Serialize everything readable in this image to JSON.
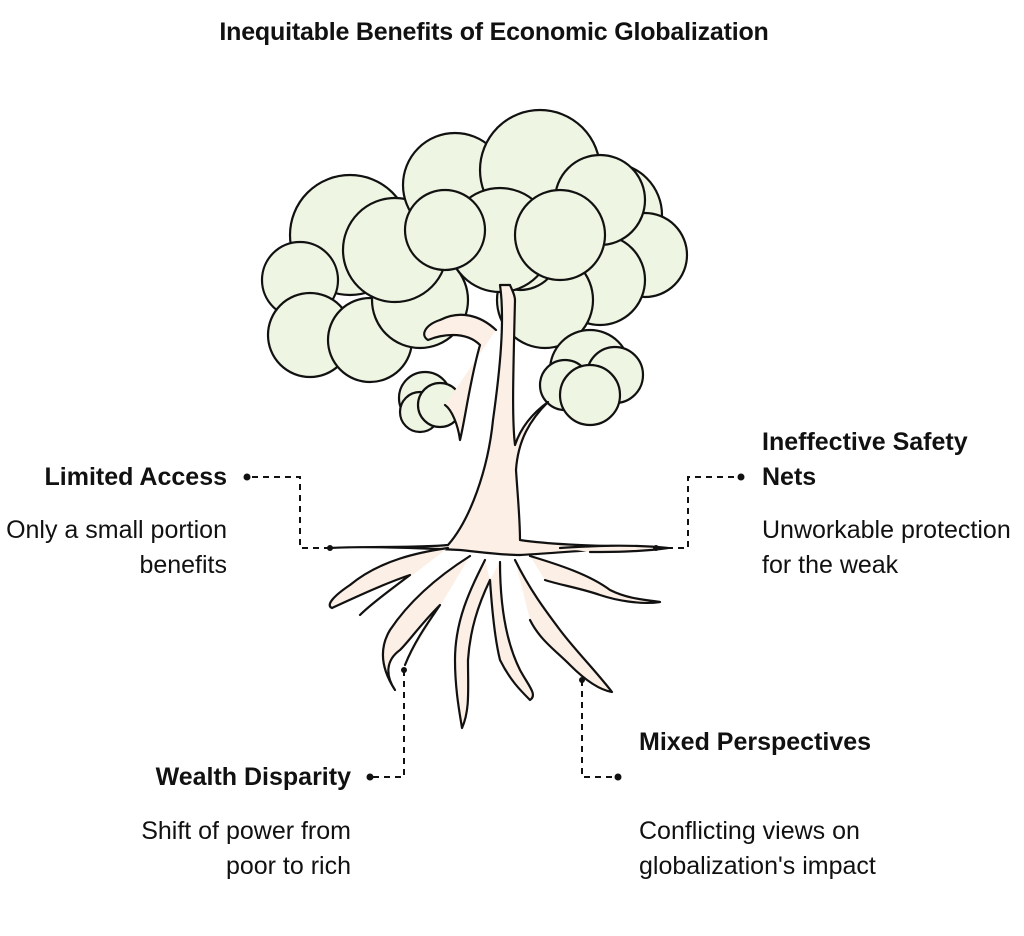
{
  "title": "Inequitable Benefits of Economic Globalization",
  "colors": {
    "foliage": "#eef5e2",
    "trunk": "#fcefe6",
    "outline": "#111111",
    "text": "#111111"
  },
  "branches": [
    {
      "id": "limited-access",
      "label": "Limited Access",
      "description": "Only a small portion benefits"
    },
    {
      "id": "wealth-disparity",
      "label": "Wealth Disparity",
      "description": "Shift of power from poor to rich"
    },
    {
      "id": "ineffective-safety-nets",
      "label": "Ineffective Safety Nets",
      "description": "Unworkable protection for the weak"
    },
    {
      "id": "mixed-perspectives",
      "label": "Mixed Perspectives",
      "description": "Conflicting views on globalization's impact"
    }
  ]
}
